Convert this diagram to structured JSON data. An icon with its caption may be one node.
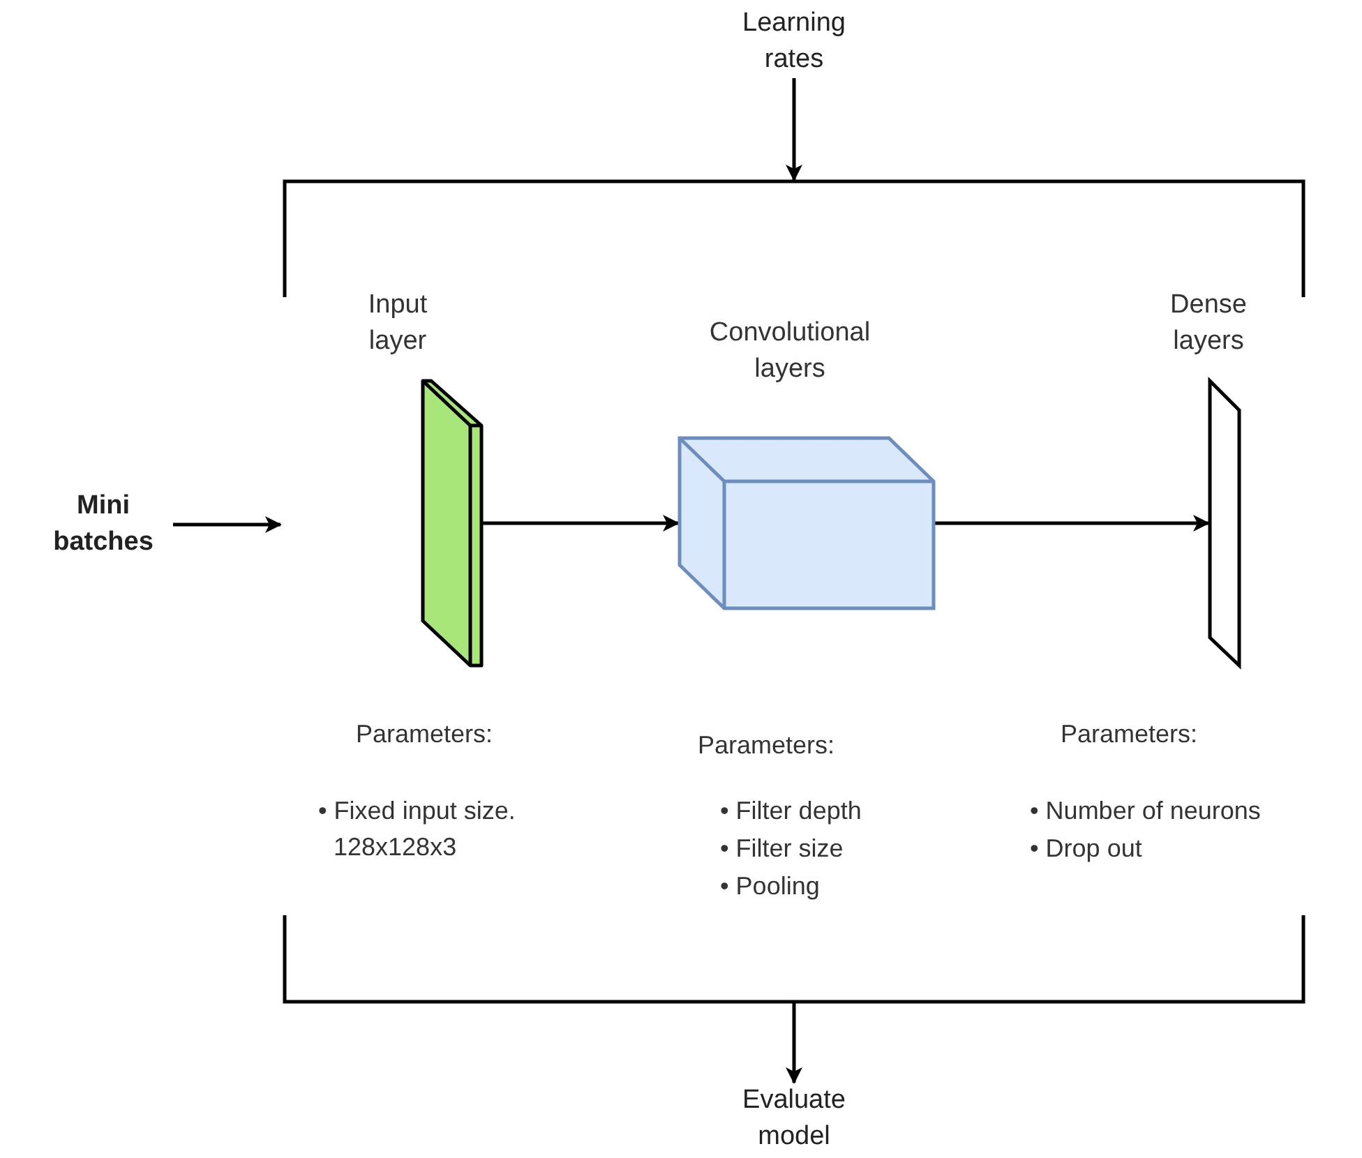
{
  "diagram": {
    "nodes": [
      {
        "text": [
          "Learning rates"
        ]
      },
      {
        "text": [],
        "shape": "bracket"
      },
      {
        "text": [
          "Mini batches"
        ]
      },
      {
        "text": [
          "Input layer"
        ],
        "beside": [
          "Parameters:",
          "• Fixed input size. 128x128x3"
        ]
      },
      {
        "text": [
          "Convolutional layers"
        ],
        "beside": [
          "Parameters:",
          "• Filter depth",
          "• Filter size",
          "• Pooling"
        ]
      },
      {
        "text": [
          "Dense layers"
        ],
        "beside": [
          "Parameters:",
          "• Number of neurons",
          "• Drop out"
        ]
      },
      {
        "text": [],
        "shape": "bracket"
      },
      {
        "text": [
          "Evaluate model"
        ]
      }
    ],
    "edges": [
      {
        "from": 0,
        "to": 1,
        "arrow": "to"
      },
      {
        "from": 2,
        "to": null,
        "arrow": "to"
      },
      {
        "from": 3,
        "to": 4,
        "arrow": "to"
      },
      {
        "from": 4,
        "to": 5,
        "arrow": "to"
      },
      {
        "from": 6,
        "to": 7,
        "arrow": "to"
      }
    ]
  }
}
